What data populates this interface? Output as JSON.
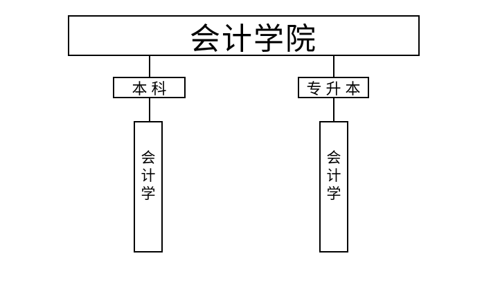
{
  "diagram": {
    "root": {
      "label": "会计学院"
    },
    "branches": [
      {
        "label": "本科",
        "child_label": "会计学"
      },
      {
        "label": "专升本",
        "child_label": "会计学"
      }
    ]
  },
  "colors": {
    "background": "#ffffff",
    "line": "#000000",
    "text": "#000000"
  }
}
